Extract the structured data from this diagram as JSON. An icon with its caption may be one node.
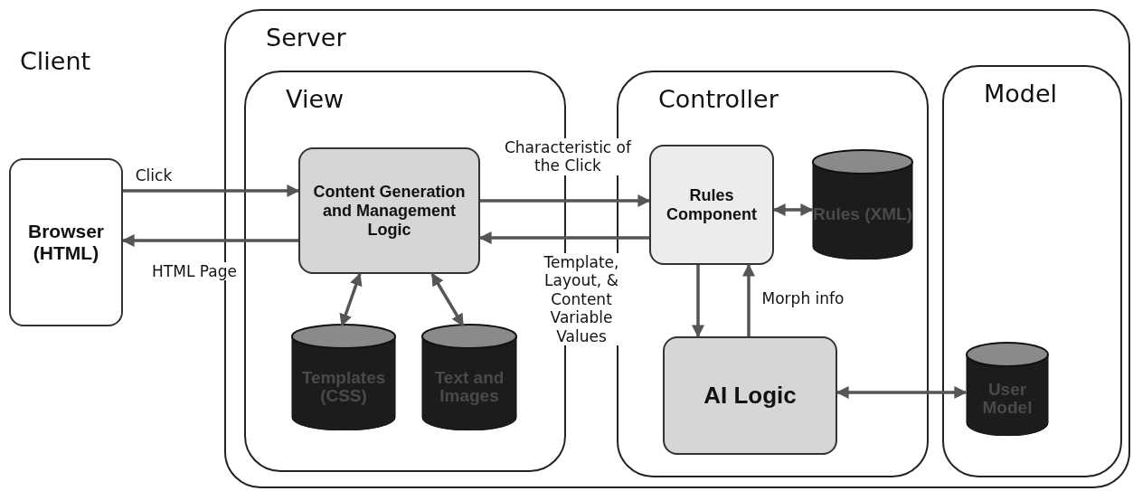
{
  "diagram": {
    "nodes": [
      {
        "text": [
          "Browser (HTML)"
        ]
      },
      {
        "text": [
          "Server"
        ]
      },
      {
        "text": [
          "View"
        ],
        "in": 1
      },
      {
        "text": [
          "Controller"
        ],
        "in": 1
      },
      {
        "text": [
          "Model"
        ],
        "in": 1
      },
      {
        "text": [
          "Content Generation and Management Logic"
        ],
        "in": 2
      },
      {
        "text": [
          "Templates (CSS)"
        ],
        "in": 2
      },
      {
        "text": [
          "Text and Images"
        ],
        "in": 2
      },
      {
        "text": [
          "Rules Component"
        ],
        "in": 3
      },
      {
        "text": [
          "Rules (XML)"
        ],
        "in": 3
      },
      {
        "text": [
          "AI Logic"
        ],
        "in": 3
      },
      {
        "text": [
          "User Model"
        ],
        "in": 4
      }
    ],
    "edges": [
      {
        "from": 0,
        "to": 5,
        "arrow": "to",
        "label": "Click"
      },
      {
        "from": 5,
        "to": 0,
        "arrow": "to",
        "label": "HTML Page"
      },
      {
        "from": 5,
        "to": 8,
        "arrow": "to",
        "label": "Characteristic of the Click"
      },
      {
        "from": 8,
        "to": 5,
        "arrow": "to",
        "label": "Template, Layout, & Content Variable Values"
      },
      {
        "from": 5,
        "to": 6,
        "arrow": "both"
      },
      {
        "from": 5,
        "to": 7,
        "arrow": "both"
      },
      {
        "from": 8,
        "to": 9,
        "arrow": "both"
      },
      {
        "from": 8,
        "to": 10,
        "arrow": "to"
      },
      {
        "from": 10,
        "to": 8,
        "arrow": "to",
        "label": "Morph info"
      },
      {
        "from": 10,
        "to": 11,
        "arrow": "both"
      }
    ],
    "labels": [
      "Client"
    ]
  }
}
